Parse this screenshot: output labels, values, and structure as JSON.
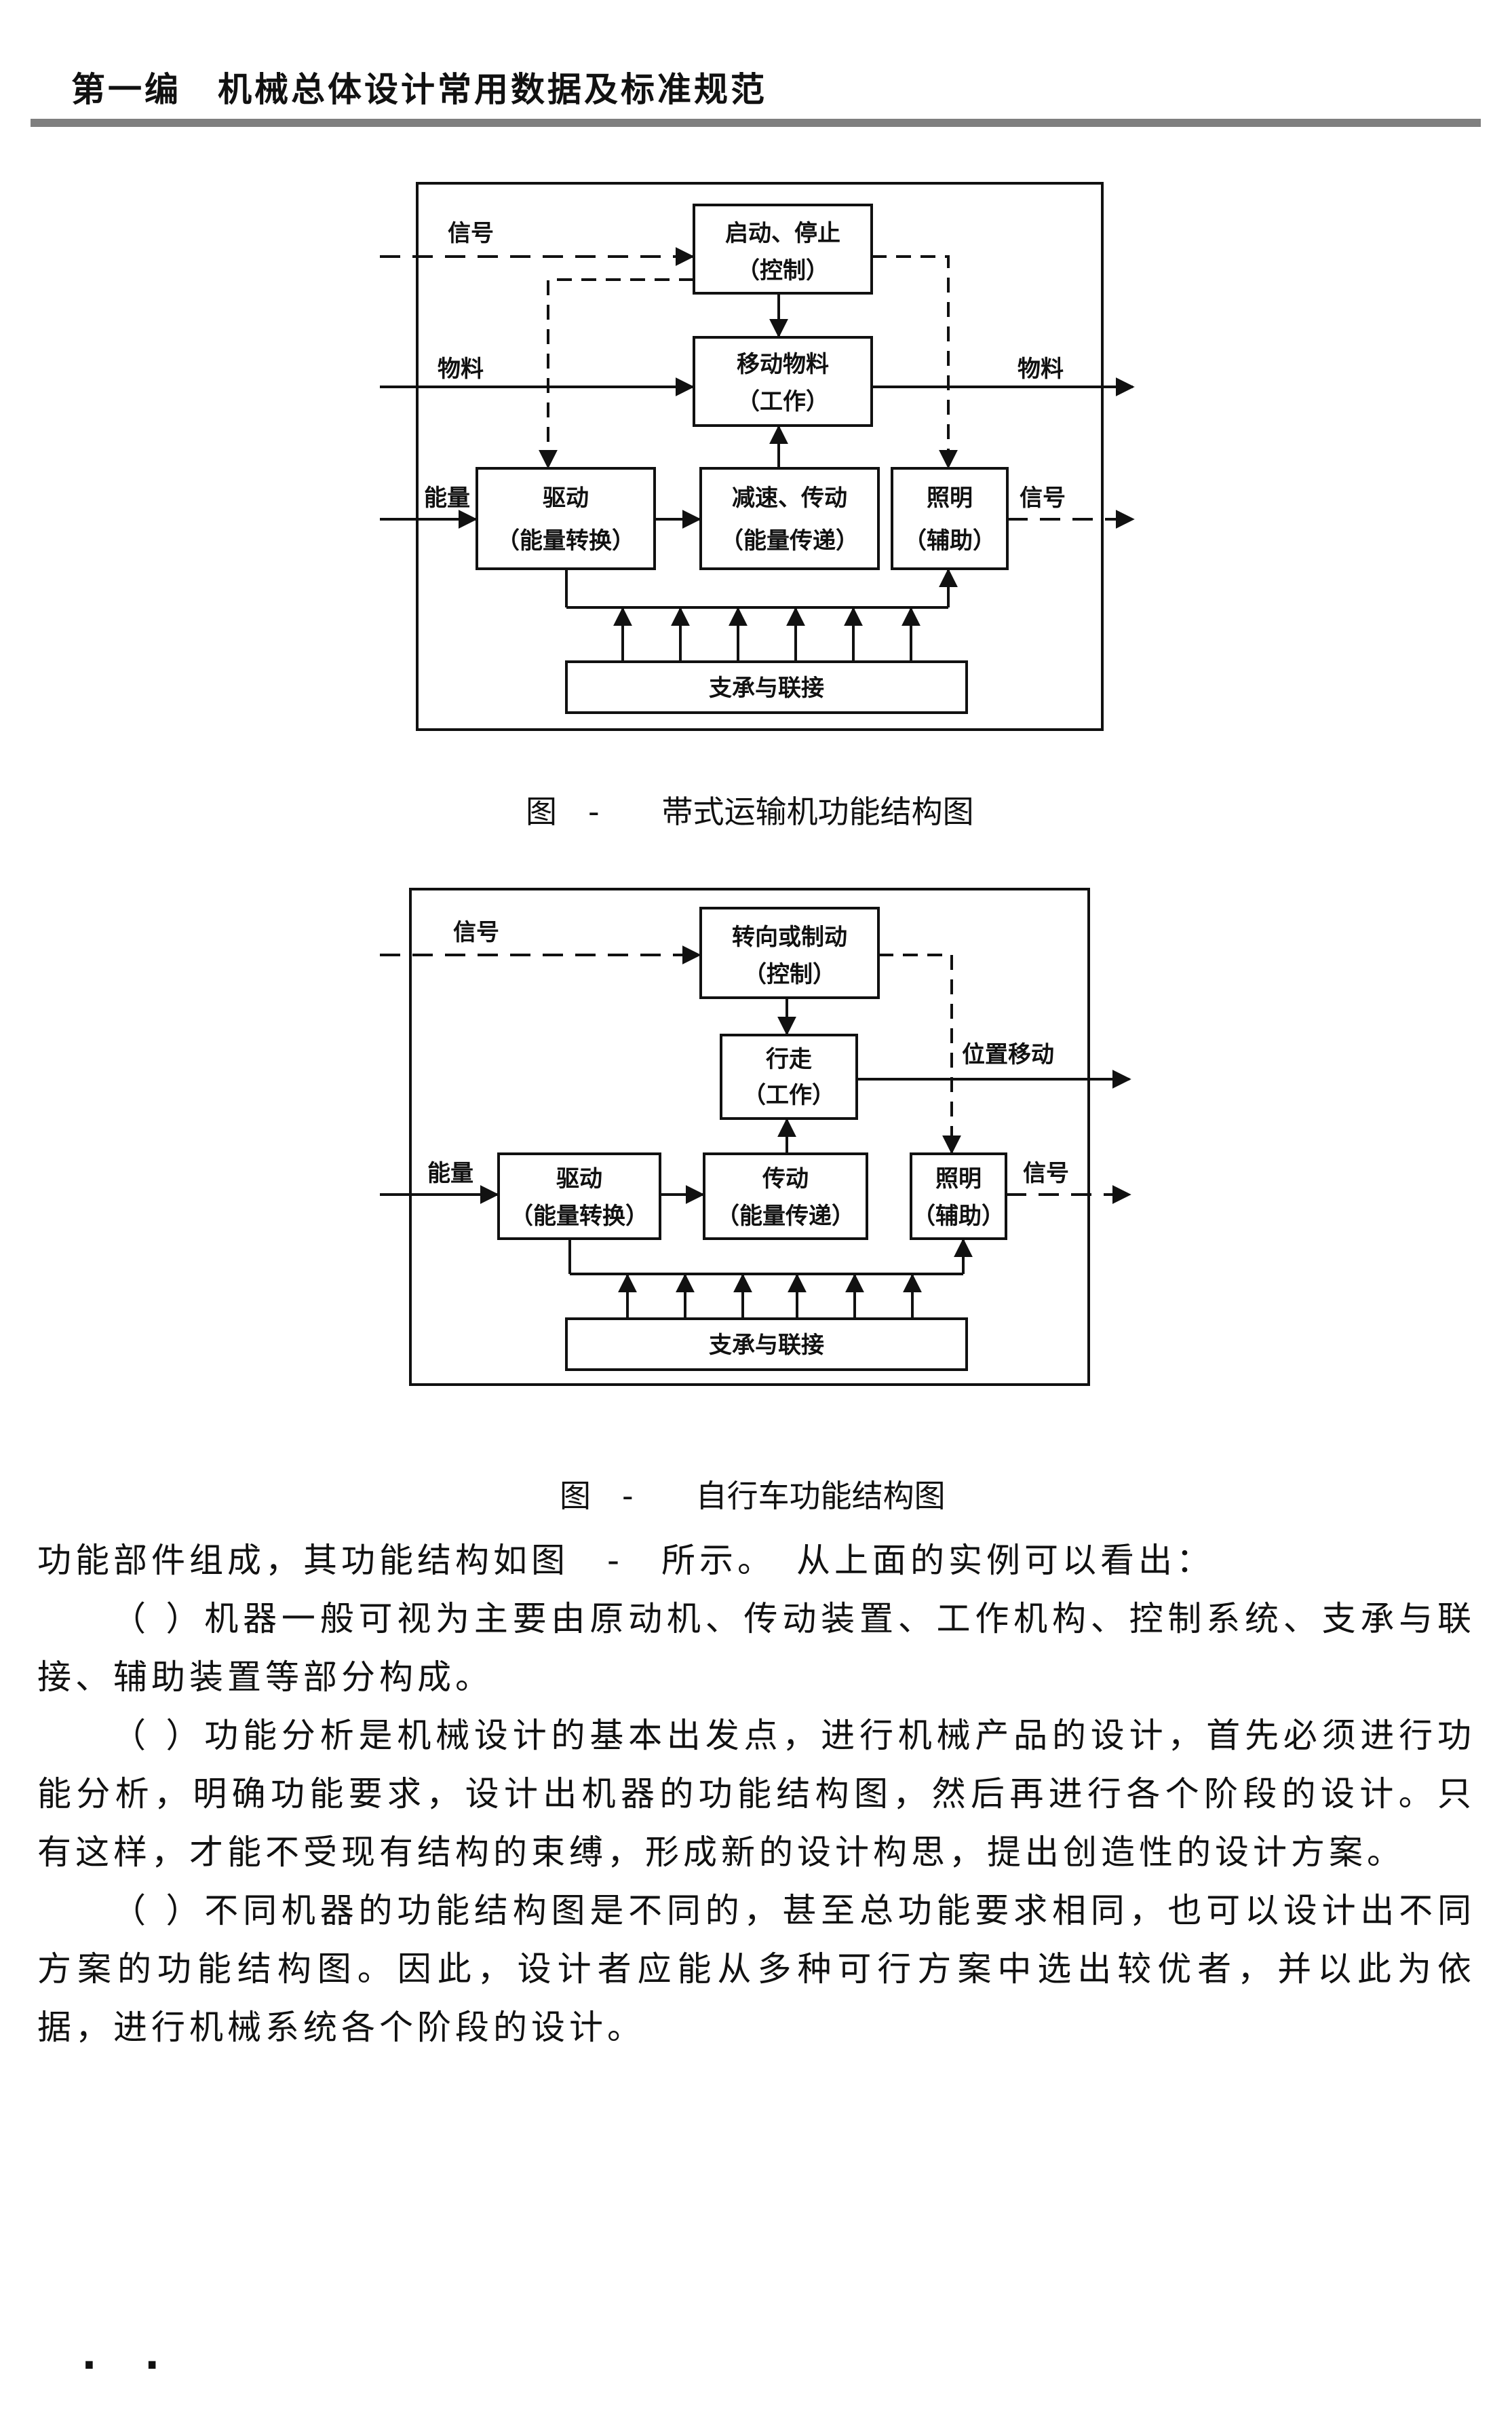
{
  "header": {
    "title": "第一编　机械总体设计常用数据及标准规范"
  },
  "figure1": {
    "caption": "图　-　　帯式运输机功能结构图",
    "boxes": {
      "control_line1": "启动、停止",
      "control_line2": "（控制）",
      "work_line1": "移动物料",
      "work_line2": "（工作）",
      "drive_line1": "驱动",
      "drive_line2": "（能量转换）",
      "trans_line1": "减速、传动",
      "trans_line2": "（能量传递）",
      "aux_line1": "照明",
      "aux_line2": "（辅助）",
      "support": "支承与联接"
    },
    "labels": {
      "signal_in": "信号",
      "material_in": "物料",
      "material_out": "物料",
      "energy_in": "能量",
      "signal_out": "信号"
    }
  },
  "figure2": {
    "caption": "图　-　　自行车功能结构图",
    "boxes": {
      "control_line1": "转向或制动",
      "control_line2": "（控制）",
      "work_line1": "行走",
      "work_line2": "（工作）",
      "drive_line1": "驱动",
      "drive_line2": "（能量转换）",
      "trans_line1": "传动",
      "trans_line2": "（能量传递）",
      "aux_line1": "照明",
      "aux_line2": "（辅助）",
      "support": "支承与联接"
    },
    "labels": {
      "signal_in": "信号",
      "position_out": "位置移动",
      "energy_in": "能量",
      "signal_out": "信号"
    }
  },
  "body": {
    "p1": "功能部件组成，其功能结构如图　-　所示。　从上面的实例可以看出：",
    "p2": "（ ）机器一般可视为主要由原动机、传动装置、工作机构、控制系统、支承与联接、辅助装置等部分构成。",
    "p3": "（ ）功能分析是机械设计的基本出发点，进行机械产品的设计，首先必须进行功能分析，明确功能要求，设计出机器的功能结构图，然后再进行各个阶段的设计。只有这样，才能不受现有结构的束缚，形成新的设计构思，提出创造性的设计方案。",
    "p4": "（ ）不同机器的功能结构图是不同的，甚至总功能要求相同，也可以设计出不同方案的功能结构图。因此，设计者应能从多种可行方案中选出较优者，并以此为依据，进行机械系统各个阶段的设计。"
  },
  "footer": {
    "dots": "··"
  }
}
